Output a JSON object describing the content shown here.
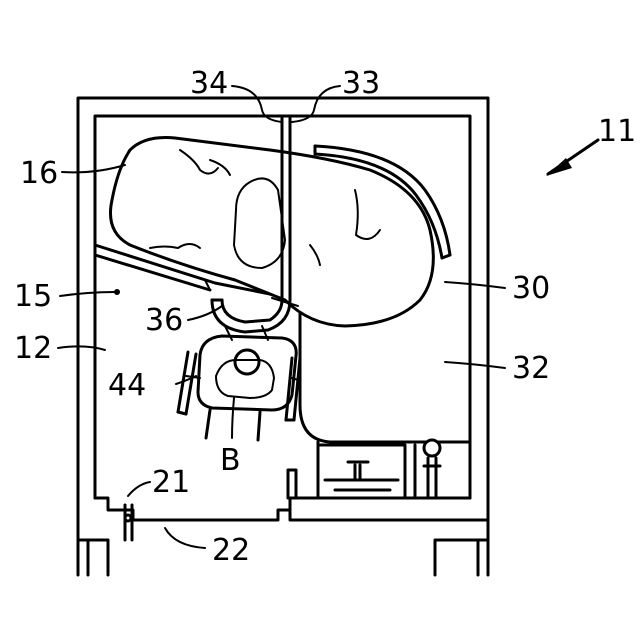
{
  "labels": {
    "l34": "34",
    "l33": "33",
    "l11": "11",
    "l16": "16",
    "l15": "15",
    "l12": "12",
    "l36": "36",
    "l30": "30",
    "l32": "32",
    "l44": "44",
    "lB": "B",
    "l21": "21",
    "l22": "22"
  }
}
